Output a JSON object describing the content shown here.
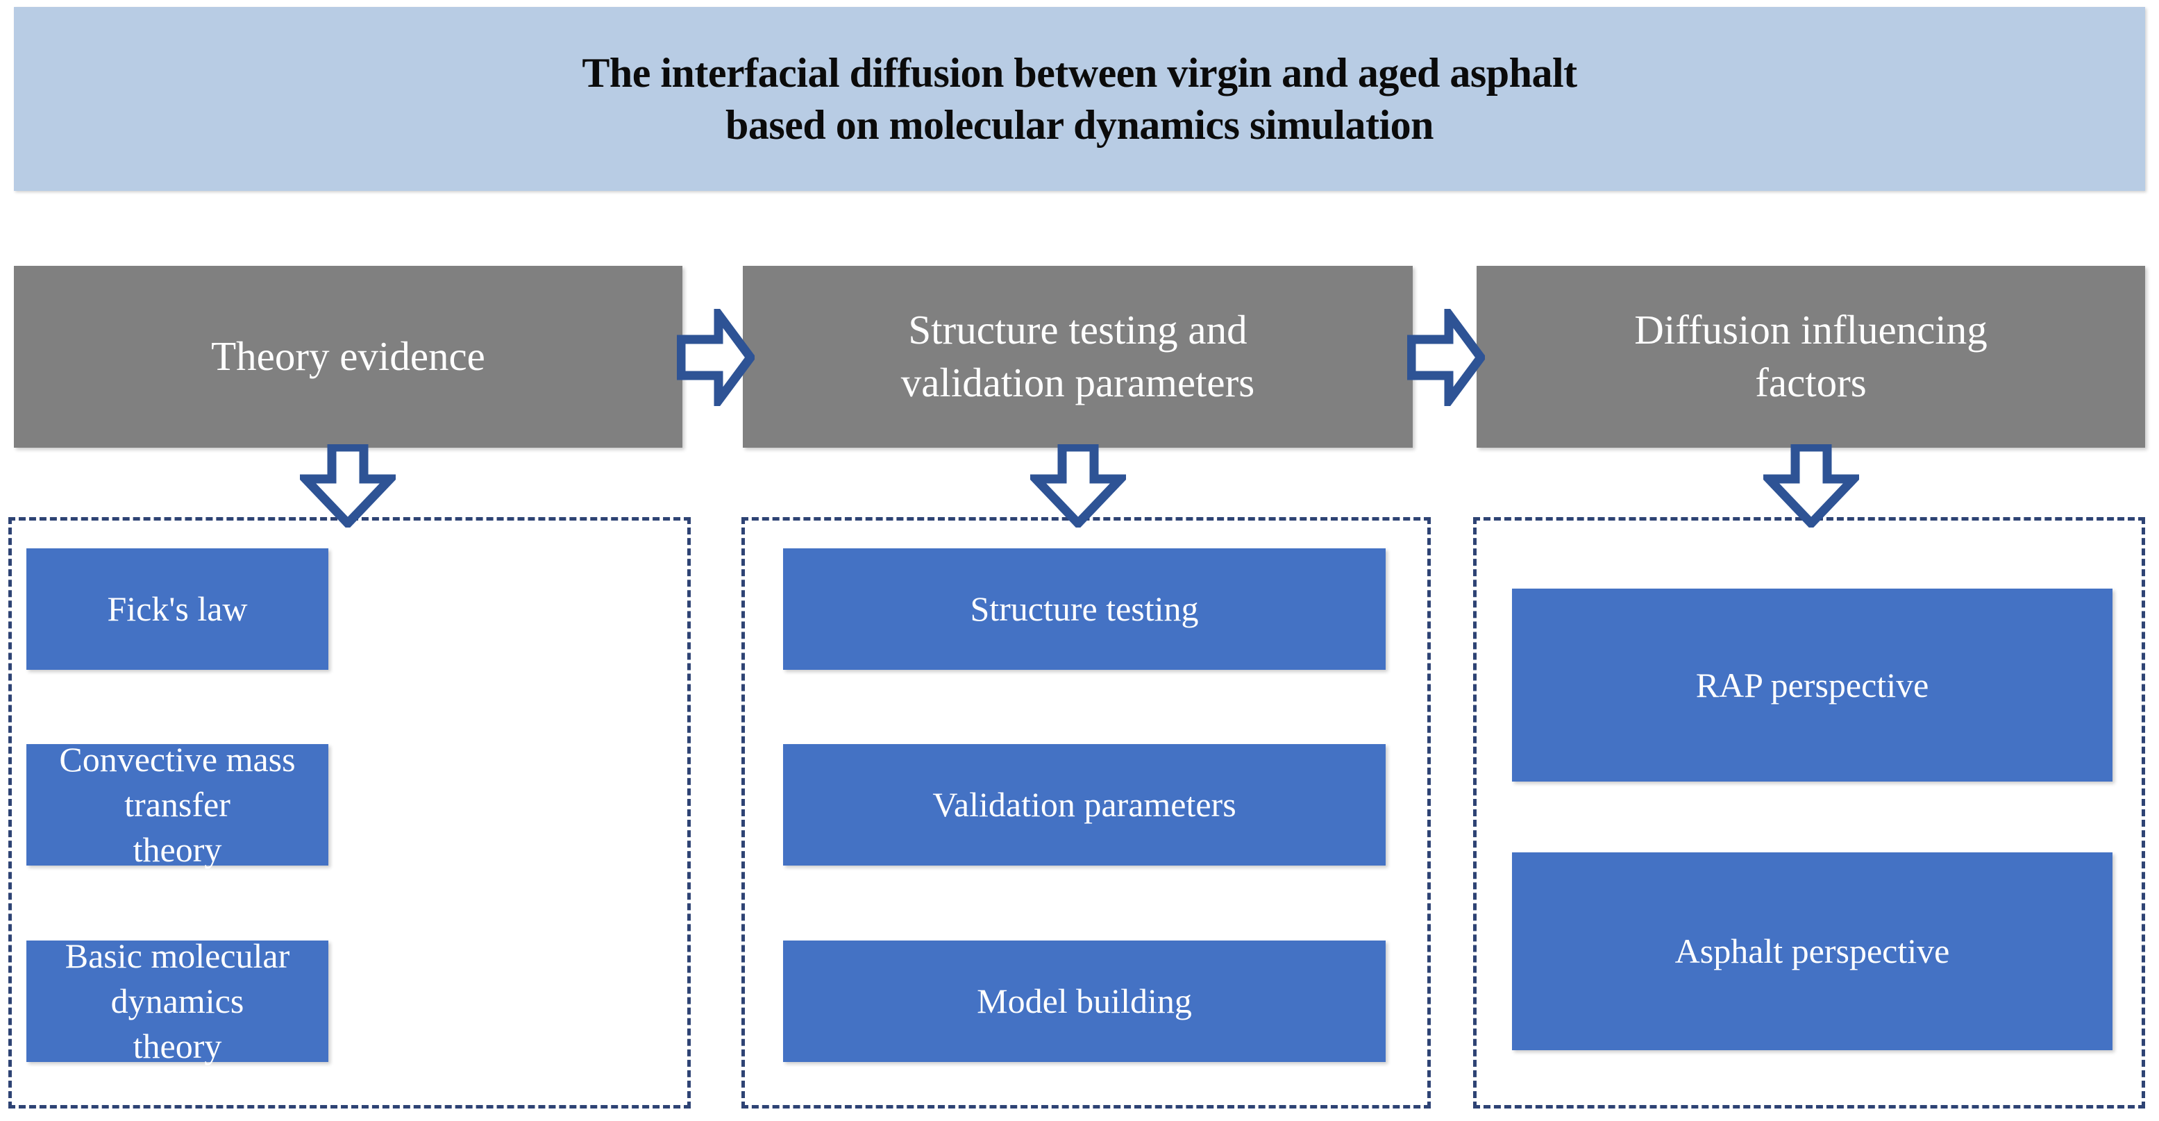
{
  "title": {
    "text": "The interfacial diffusion between virgin and aged asphalt\nbased on molecular dynamics simulation",
    "background_color": "#b8cce4"
  },
  "colors": {
    "stage_header_fill": "#808080",
    "item_fill": "#4472c4",
    "arrow_outline": "#2e5395",
    "arrow_fill": "#ffffff",
    "dashed_border": "#2e4374",
    "text_on_fill": "#ffffff",
    "title_text": "#0b0b0b"
  },
  "flow": {
    "connectors": {
      "right_arrow_icon": "arrow-right-icon",
      "down_arrow_icon": "arrow-down-icon"
    },
    "stages": [
      {
        "id": "theory-evidence",
        "header": "Theory evidence",
        "items": [
          {
            "label": "Fick's law"
          },
          {
            "label": "Convective mass transfer\ntheory"
          },
          {
            "label": "Basic molecular dynamics\ntheory"
          }
        ]
      },
      {
        "id": "structure-testing-and-validation-parameters",
        "header": "Structure testing and\nvalidation parameters",
        "items": [
          {
            "label": "Structure testing"
          },
          {
            "label": "Validation parameters"
          },
          {
            "label": "Model building"
          }
        ]
      },
      {
        "id": "diffusion-influencing-factors",
        "header": "Diffusion influencing\nfactors",
        "items": [
          {
            "label": "RAP perspective"
          },
          {
            "label": "Asphalt perspective"
          }
        ]
      }
    ]
  }
}
